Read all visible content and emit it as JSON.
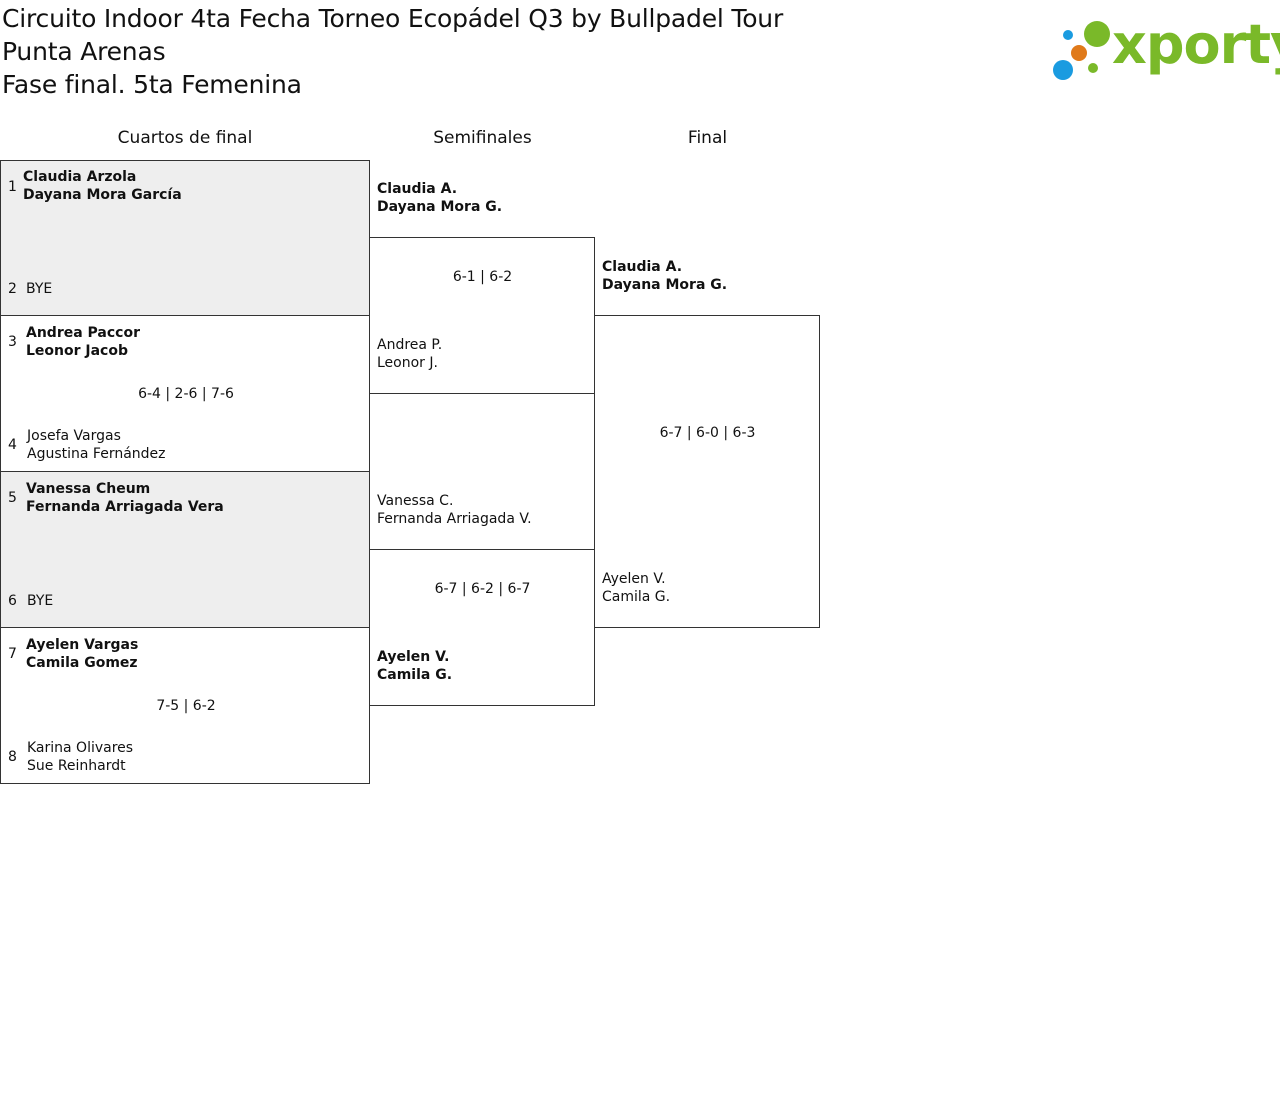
{
  "title": {
    "line1": "Circuito Indoor 4ta Fecha Torneo Ecopádel Q3 by Bullpadel Tour",
    "line2": "Punta Arenas",
    "line3": "Fase final. 5ta Femenina"
  },
  "logo": {
    "text": "xporty",
    "dot_colors": [
      "#7ab929",
      "#1a9be0",
      "#e07a1a"
    ]
  },
  "rounds": [
    "Cuartos de final",
    "Semifinales",
    "Final"
  ],
  "quarterfinals": [
    {
      "seed_a": "1",
      "a1": "Claudia Arzola",
      "a2": "Dayana Mora García",
      "seed_b": "2",
      "b1": "BYE",
      "b2": "",
      "score": ""
    },
    {
      "seed_a": "3",
      "a1": "Andrea Paccor",
      "a2": "Leonor Jacob",
      "seed_b": "4",
      "b1": "Josefa Vargas",
      "b2": "Agustina Fernández",
      "score": "6-4 | 2-6 | 7-6"
    },
    {
      "seed_a": "5",
      "a1": "Vanessa Cheum",
      "a2": "Fernanda Arriagada Vera",
      "seed_b": "6",
      "b1": "BYE",
      "b2": "",
      "score": ""
    },
    {
      "seed_a": "7",
      "a1": "Ayelen Vargas",
      "a2": "Camila Gomez",
      "seed_b": "8",
      "b1": "Karina Olivares",
      "b2": "Sue Reinhardt",
      "score": "7-5 | 6-2"
    }
  ],
  "semifinals": [
    {
      "a1": "Claudia A.",
      "a2": "Dayana Mora G.",
      "b1": "Andrea P.",
      "b2": "Leonor J.",
      "score": "6-1 | 6-2"
    },
    {
      "a1": "Vanessa C.",
      "a2": "Fernanda Arriagada V.",
      "b1": "Ayelen V.",
      "b2": "Camila G.",
      "score": "6-7 | 6-2 | 6-7"
    }
  ],
  "final": {
    "a1": "Claudia A.",
    "a2": "Dayana Mora G.",
    "b1": "Ayelen V.",
    "b2": "Camila G.",
    "score": "6-7 | 6-0 | 6-3"
  }
}
